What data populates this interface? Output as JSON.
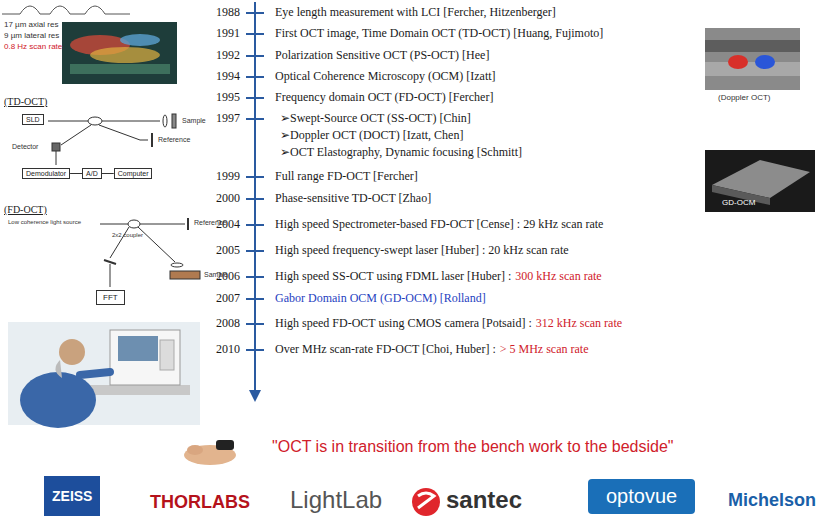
{
  "diagram": {
    "nodes": [
      {
        "text": [
          "SLD"
        ]
      },
      {
        "text": [
          "Demodulator"
        ]
      },
      {
        "text": [
          "A/D"
        ]
      },
      {
        "text": [
          "Computer"
        ]
      },
      {
        "text": [
          "FFT"
        ]
      },
      {
        "text": [
          "ZEISS"
        ]
      },
      {
        "text": [
          "optovue"
        ]
      }
    ],
    "edges": [
      {
        "from": 1,
        "to": 2,
        "arrow": "none"
      },
      {
        "from": 2,
        "to": 3,
        "arrow": "none"
      }
    ],
    "labels": [
      "1988",
      "Eye length measurement with LCI [Fercher, Hitzenberger]",
      "1991",
      "First OCT image, Time Domain OCT (TD-OCT) [Huang, Fujimoto]",
      "1992",
      "Polarization Sensitive OCT (PS-OCT) [Hee]",
      "1994",
      "Optical Coherence Microscopy (OCM) [Izatt]",
      "1995",
      "Frequency domain OCT (FD-OCT) [Fercher]",
      "1997",
      "➢Swept-Source OCT (SS-OCT) [Chin]",
      "➢Doppler OCT (DOCT) [Izatt, Chen]",
      "➢OCT Elastography, Dynamic focusing [Schmitt]",
      "1999",
      "Full range FD-OCT [Fercher]",
      "2000",
      "Phase-sensitive TD-OCT [Zhao]",
      "2004",
      "High speed Spectrometer-based FD-OCT [Cense] : 29 kHz scan rate",
      "2005",
      "High speed frequency-swept laser [Huber] : 20 kHz scan rate",
      "2006",
      "High speed SS-OCT using FDML laser [Huber] :",
      "300 kHz scan rate",
      "2007",
      "Gabor Domain OCM (GD-OCM) [Rolland]",
      "2008",
      "High speed FD-OCT using CMOS camera [Potsaid] :",
      "312 kHz scan rate",
      "2010",
      "Over MHz scan-rate FD-OCT [Choi, Huber] :",
      "> 5 MHz scan rate",
      "17 µm axial res",
      "9 µm lateral res",
      "0.8 Hz scan rate",
      "(TD-OCT)",
      "(FD-OCT)",
      "(Doppler OCT)",
      "GD-OCM",
      "\"OCT is in transition from the bench work to the bedside\"",
      "THORLABS",
      "LightLab",
      "santec",
      "Michelson",
      "Detector",
      "Reference",
      "Sample",
      "Reference",
      "Sample",
      "Low coherence light source",
      "2x2 coupler"
    ]
  }
}
